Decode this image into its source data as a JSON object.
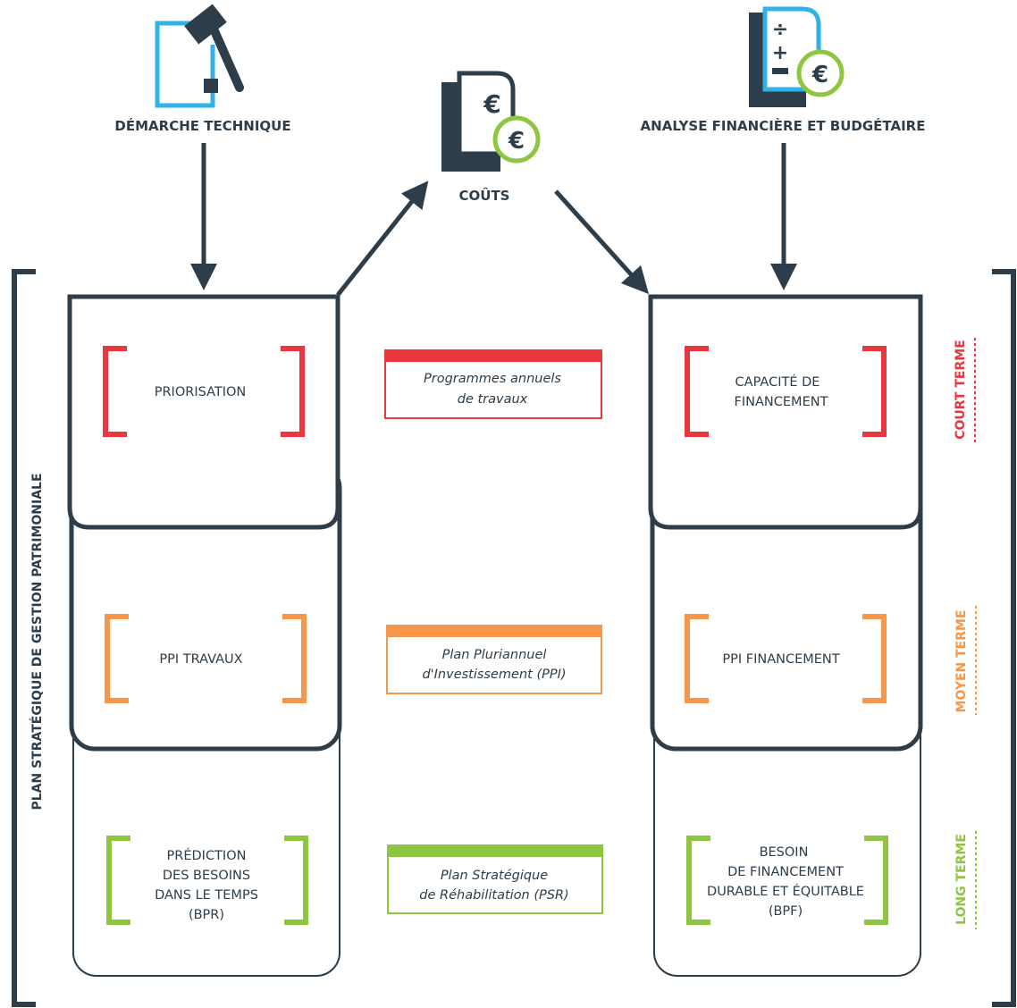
{
  "colors": {
    "dark": "#2d3d4a",
    "red": "#e8373f",
    "orange": "#f5964a",
    "green": "#8ec641",
    "blue": "#2fb3e6"
  },
  "icons": {
    "technique": "hammer-document-icon",
    "couts": "euro-document-icon",
    "analyse": "calculator-euro-document-icon"
  },
  "headers": {
    "technique": "DÉMARCHE TECHNIQUE",
    "couts": "COÛTS",
    "analyse": "ANALYSE FINANCIÈRE ET BUDGÉTAIRE"
  },
  "vertical_label": "PLAN STRATÉGIQUE DE GESTION PATRIMONIALE",
  "left_blocks": {
    "court": [
      "PRIORISATION"
    ],
    "moyen": [
      "PPI TRAVAUX"
    ],
    "long": [
      "PRÉDICTION",
      "DES BESOINS",
      "DANS LE TEMPS",
      "(BPR)"
    ]
  },
  "middle": {
    "court": [
      "Programmes annuels",
      "de travaux"
    ],
    "moyen": [
      "Plan Pluriannuel",
      "d'Investissement (PPI)"
    ],
    "long": [
      "Plan Stratégique",
      "de Réhabilitation (PSR)"
    ]
  },
  "right_blocks": {
    "court": [
      "CAPACITÉ DE",
      "FINANCEMENT"
    ],
    "moyen": [
      "PPI FINANCEMENT"
    ],
    "long": [
      "BESOIN",
      "DE FINANCEMENT",
      "DURABLE ET ÉQUITABLE",
      "(BPF)"
    ]
  },
  "terms": {
    "court": "COURT TERME",
    "moyen": "MOYEN TERME",
    "long": "LONG TERME"
  }
}
